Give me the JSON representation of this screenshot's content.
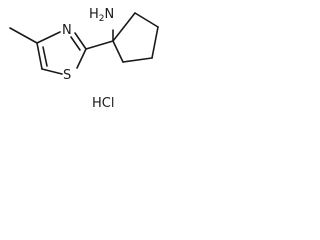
{
  "structure": {
    "atoms": {
      "n": "N",
      "s": "S",
      "nh2": "H₂N",
      "nh2_prefix": "H",
      "nh2_sub": "2",
      "nh2_suffix": "N"
    },
    "salt": "HCl"
  }
}
